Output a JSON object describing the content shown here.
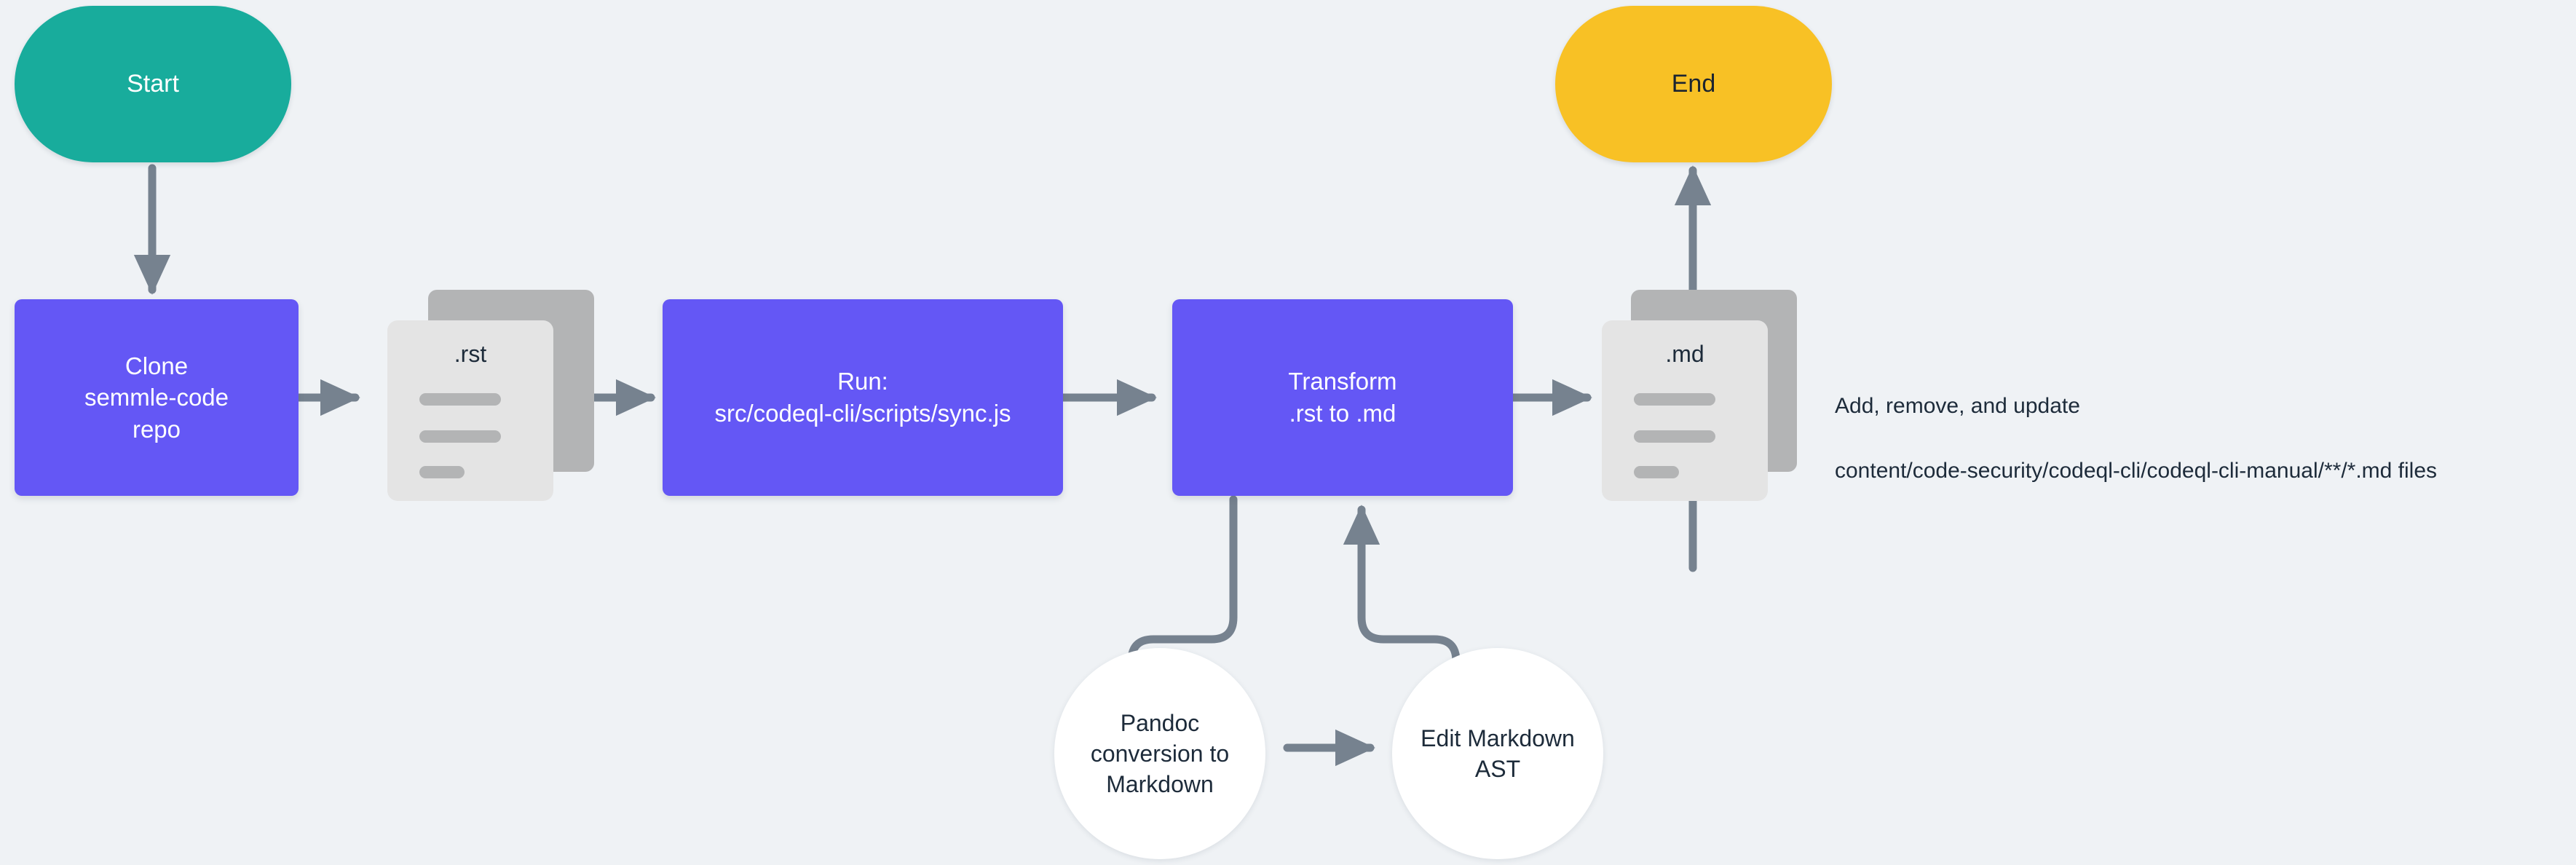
{
  "diagram": {
    "title": "CodeQL CLI manual .rst to .md sync flow",
    "background_color": "#eff2f5",
    "edge_color": "#76828f",
    "nodes": {
      "start": {
        "label": "Start",
        "shape": "pill",
        "color": "#18ac9c",
        "text_color": "#ffffff"
      },
      "end": {
        "label": "End",
        "shape": "pill",
        "color": "#f8c125",
        "text_color": "#1b2430"
      },
      "clone": {
        "label": "Clone\nsemmle-code\nrepo",
        "shape": "rect",
        "color": "#6457f5",
        "text_color": "#ffffff"
      },
      "rst_docs": {
        "label": ".rst",
        "shape": "document-stack",
        "front_color": "#e4e4e4",
        "back_color": "#b3b4b5",
        "text_color": "#1d2b3a",
        "line_count": 3
      },
      "run": {
        "label": "Run:\nsrc/codeql-cli/scripts/sync.js",
        "shape": "rect",
        "color": "#6457f5",
        "text_color": "#ffffff"
      },
      "transform": {
        "label": "Transform\n.rst to .md",
        "shape": "rect",
        "color": "#6457f5",
        "text_color": "#ffffff"
      },
      "md_docs": {
        "label": ".md",
        "shape": "document-stack",
        "front_color": "#e4e4e4",
        "back_color": "#b3b4b5",
        "text_color": "#1d2b3a",
        "line_count": 3
      },
      "pandoc": {
        "label": "Pandoc\nconversion to\nMarkdown",
        "shape": "circle",
        "color": "#ffffff",
        "text_color": "#1d2b3a"
      },
      "edit_ast": {
        "label": "Edit Markdown\nAST",
        "shape": "circle",
        "color": "#ffffff",
        "text_color": "#1d2b3a"
      }
    },
    "annotation": {
      "line1": "Add, remove, and update",
      "line2": "content/code-security/codeql-cli/codeql-cli-manual/**/*.md files"
    },
    "edges": [
      {
        "from": "start",
        "to": "clone",
        "direction": "down"
      },
      {
        "from": "clone",
        "to": "rst_docs",
        "direction": "right"
      },
      {
        "from": "rst_docs",
        "to": "run",
        "direction": "right"
      },
      {
        "from": "run",
        "to": "transform",
        "direction": "right"
      },
      {
        "from": "transform",
        "to": "md_docs",
        "direction": "right"
      },
      {
        "from": "md_docs",
        "to": "end",
        "direction": "up"
      },
      {
        "from": "transform",
        "to": "pandoc",
        "direction": "down-left-curve"
      },
      {
        "from": "pandoc",
        "to": "edit_ast",
        "direction": "right"
      },
      {
        "from": "edit_ast",
        "to": "transform",
        "direction": "up-left-curve"
      }
    ]
  }
}
